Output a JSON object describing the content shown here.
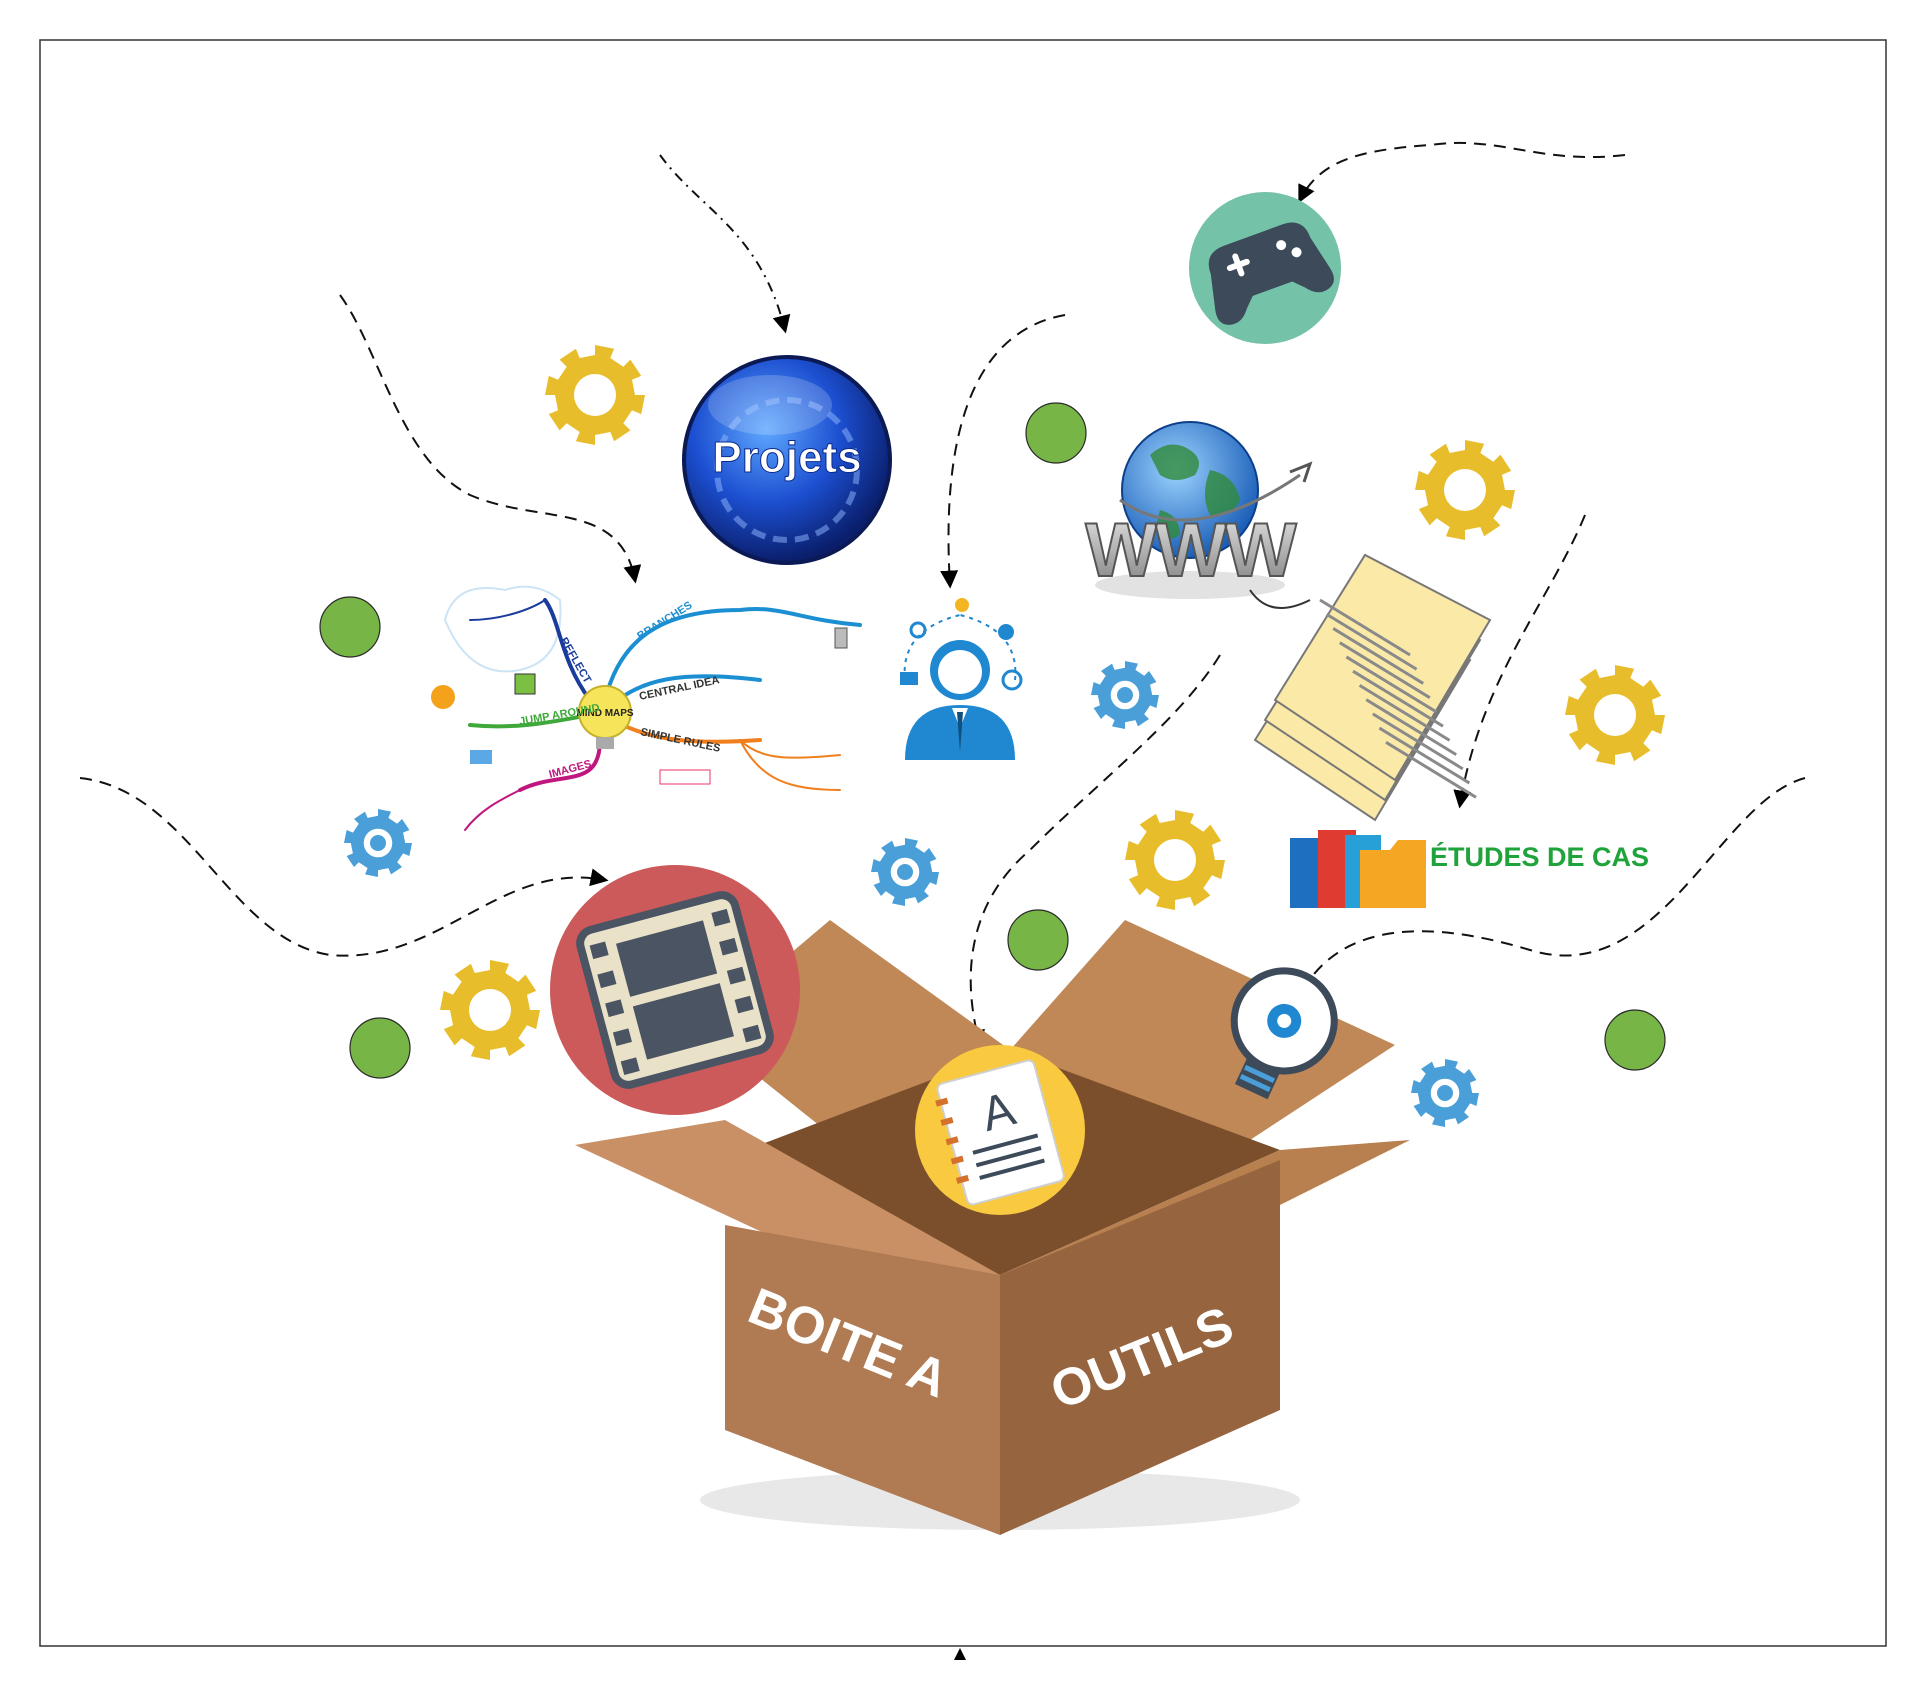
{
  "box": {
    "label_left": "BOITE A",
    "label_right": "OUTILS",
    "color_front": "#b07a52",
    "color_side": "#96643f",
    "color_flap": "#c99066"
  },
  "tools": {
    "projets": {
      "label": "Projets",
      "icon": "gear-globe-icon",
      "color": "#1f4fd1"
    },
    "etudes": {
      "label": "ÉTUDES DE CAS",
      "icon": "folders-icon",
      "color": "#1fa33a"
    },
    "mindmap": {
      "center": "MIND MAPS",
      "branches": [
        "BRANCHES",
        "CENTRAL IDEA",
        "SIMPLE RULES",
        "IMAGES",
        "JUMP AROUND",
        "REFLECT"
      ]
    },
    "www": {
      "label": "WWW",
      "icon": "globe-www-icon"
    },
    "game": {
      "icon": "gamepad-icon",
      "color": "#74c2a8"
    },
    "video": {
      "icon": "film-icon",
      "color": "#cc5a5a"
    },
    "document": {
      "icon": "notebook-icon",
      "color": "#f9c93f"
    },
    "idea": {
      "icon": "lightbulb-icon"
    },
    "manager": {
      "icon": "businessman-icon",
      "color": "#1f88d0"
    },
    "papers": {
      "icon": "papers-icon",
      "color": "#fbe9a8"
    }
  },
  "decor": {
    "gear_yellow": "#e8bd2c",
    "gear_blue": "#4a9fd8",
    "dot_green": "#76b546"
  }
}
